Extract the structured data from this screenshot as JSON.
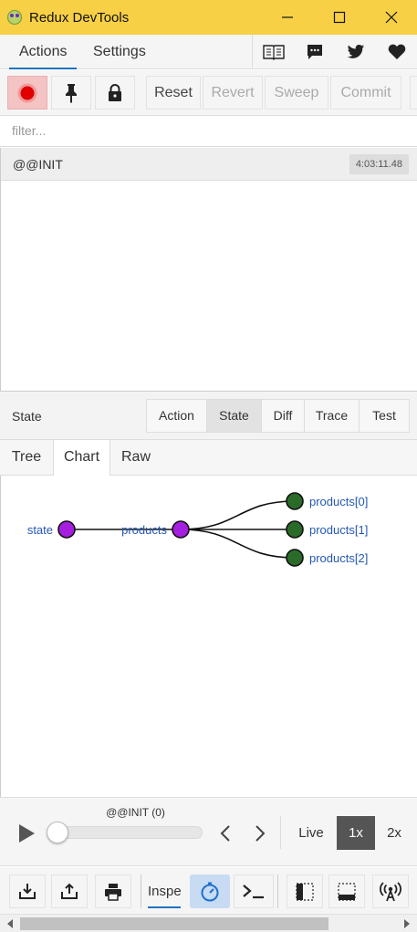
{
  "window": {
    "title": "Redux DevTools"
  },
  "tabs": {
    "actions": "Actions",
    "settings": "Settings"
  },
  "tab_icons": [
    "book-icon",
    "chat-icon",
    "twitter-icon",
    "heart-icon"
  ],
  "toolbar": {
    "reset": "Reset",
    "revert": "Revert",
    "sweep": "Sweep",
    "commit": "Commit"
  },
  "filter": {
    "placeholder": "filter..."
  },
  "actions": [
    {
      "name": "@@INIT",
      "time": "4:03:11.48"
    }
  ],
  "state_panel": {
    "label": "State",
    "tabs": [
      "Action",
      "State",
      "Diff",
      "Trace",
      "Test"
    ],
    "active_tab": "State",
    "subtabs": [
      "Tree",
      "Chart",
      "Raw"
    ],
    "active_subtab": "Chart"
  },
  "chart_nodes": {
    "root": "state",
    "child": "products",
    "leaves": [
      "products[0]",
      "products[1]",
      "products[2]"
    ]
  },
  "player": {
    "label": "@@INIT (0)",
    "live": "Live",
    "speed_1x": "1x",
    "speed_2x": "2x",
    "active_speed": "1x",
    "position": 0
  },
  "bottom": {
    "inspector_tab": "Inspector"
  },
  "colors": {
    "titlebar": "#f7d046",
    "accent": "#1f72c1",
    "node_root": "#a61ee0",
    "node_leaf": "#2a6b29",
    "node_label": "#2558b4",
    "record": "#e00000"
  }
}
